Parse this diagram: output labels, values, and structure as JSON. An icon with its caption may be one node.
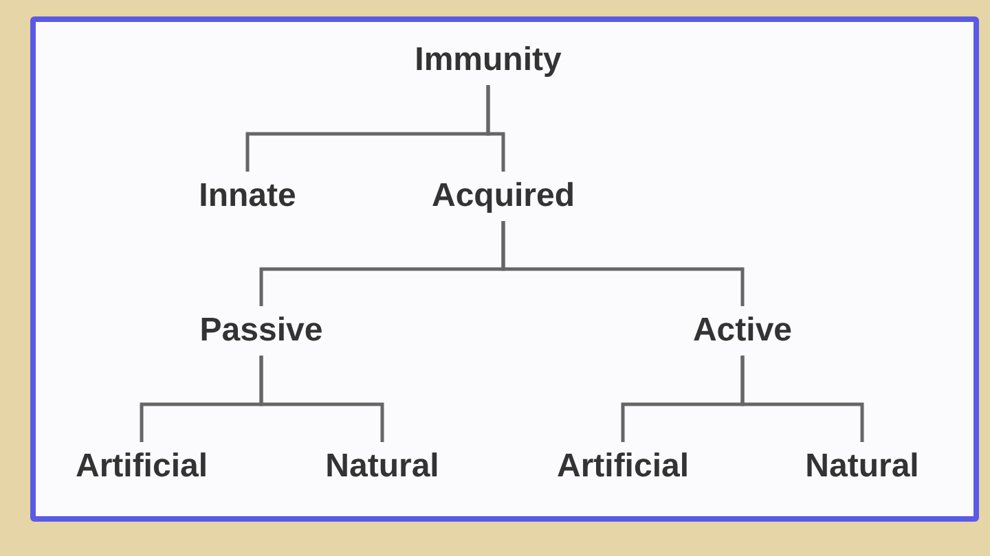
{
  "diagram": {
    "nodes": [
      {
        "text": [
          "Immunity"
        ]
      },
      {
        "text": [
          "Innate"
        ]
      },
      {
        "text": [
          "Acquired"
        ]
      },
      {
        "text": [
          "Passive"
        ]
      },
      {
        "text": [
          "Active"
        ]
      },
      {
        "text": [
          "Artificial"
        ]
      },
      {
        "text": [
          "Natural"
        ]
      },
      {
        "text": [
          "Artificial"
        ]
      },
      {
        "text": [
          "Natural"
        ]
      }
    ],
    "edges": [
      {
        "from": 0,
        "to": 1,
        "arrow": "none"
      },
      {
        "from": 0,
        "to": 2,
        "arrow": "none"
      },
      {
        "from": 2,
        "to": 3,
        "arrow": "none"
      },
      {
        "from": 2,
        "to": 4,
        "arrow": "none"
      },
      {
        "from": 3,
        "to": 5,
        "arrow": "none"
      },
      {
        "from": 3,
        "to": 6,
        "arrow": "none"
      },
      {
        "from": 4,
        "to": 7,
        "arrow": "none"
      },
      {
        "from": 4,
        "to": 8,
        "arrow": "none"
      }
    ]
  }
}
